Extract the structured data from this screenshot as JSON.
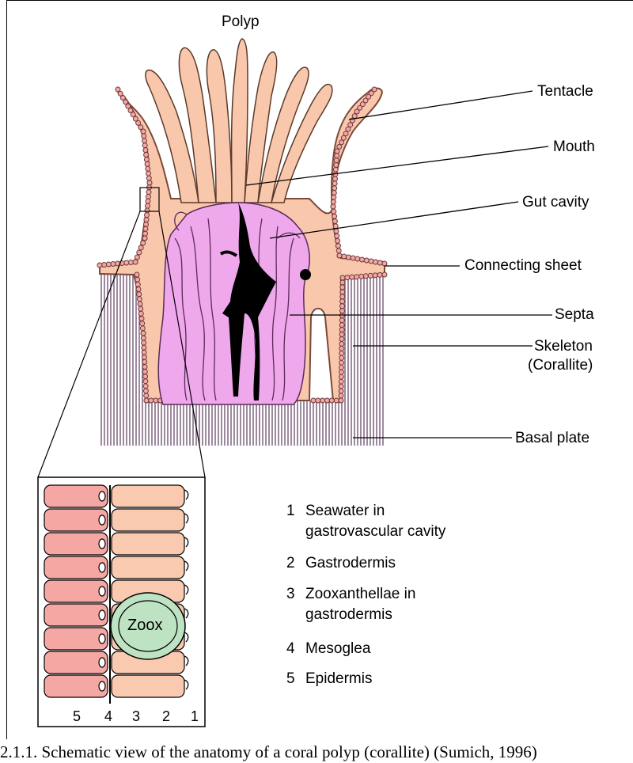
{
  "figure": {
    "title": "Polyp",
    "labels": {
      "tentacle": "Tentacle",
      "mouth": "Mouth",
      "gut_cavity": "Gut cavity",
      "connecting_sheet": "Connecting sheet",
      "septa": "Septa",
      "skeleton": "Skeleton",
      "skeleton_sub": "(Corallite)",
      "basal_plate": "Basal plate"
    },
    "inset": {
      "zoox_label": "Zoox",
      "layer_numbers": [
        "5",
        "4",
        "3",
        "2",
        "1"
      ]
    },
    "legend": [
      {
        "num": "1",
        "text": "Seawater in gastrovascular cavity"
      },
      {
        "num": "2",
        "text": "Gastrodermis"
      },
      {
        "num": "3",
        "text": "Zooxanthellae in gastrodermis"
      },
      {
        "num": "4",
        "text": "Mesoglea"
      },
      {
        "num": "5",
        "text": "Epidermis"
      }
    ],
    "colors": {
      "polyp_body": "#f9c8ac",
      "septa": "#f0a8ec",
      "skeleton_lines": "#6a4a6a",
      "epidermis_cells": "#f4a7a3",
      "gastrodermis_cells": "#f9c9b0",
      "zoox": "#bde3c3"
    }
  },
  "caption": "2.1.1. Schematic view of the anatomy of a coral polyp (corallite) (Sumich, 1996)"
}
